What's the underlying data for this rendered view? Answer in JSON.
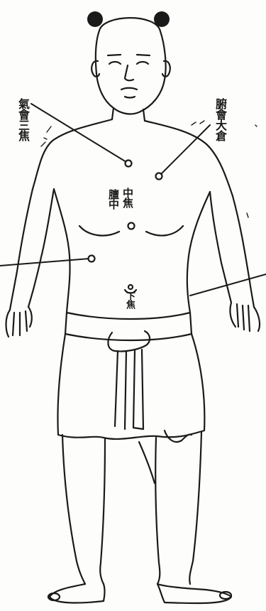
{
  "labels": {
    "qi_hui_san_jiao": "氣會三焦",
    "fu_cang_tai_cang": "腑會大倉",
    "zhong_jiao": "中焦",
    "dan_zhong": "膻中",
    "xia_jiao": "下焦"
  },
  "colors": {
    "ink": "#1a1a1a",
    "paper": "#fdfdfb"
  }
}
